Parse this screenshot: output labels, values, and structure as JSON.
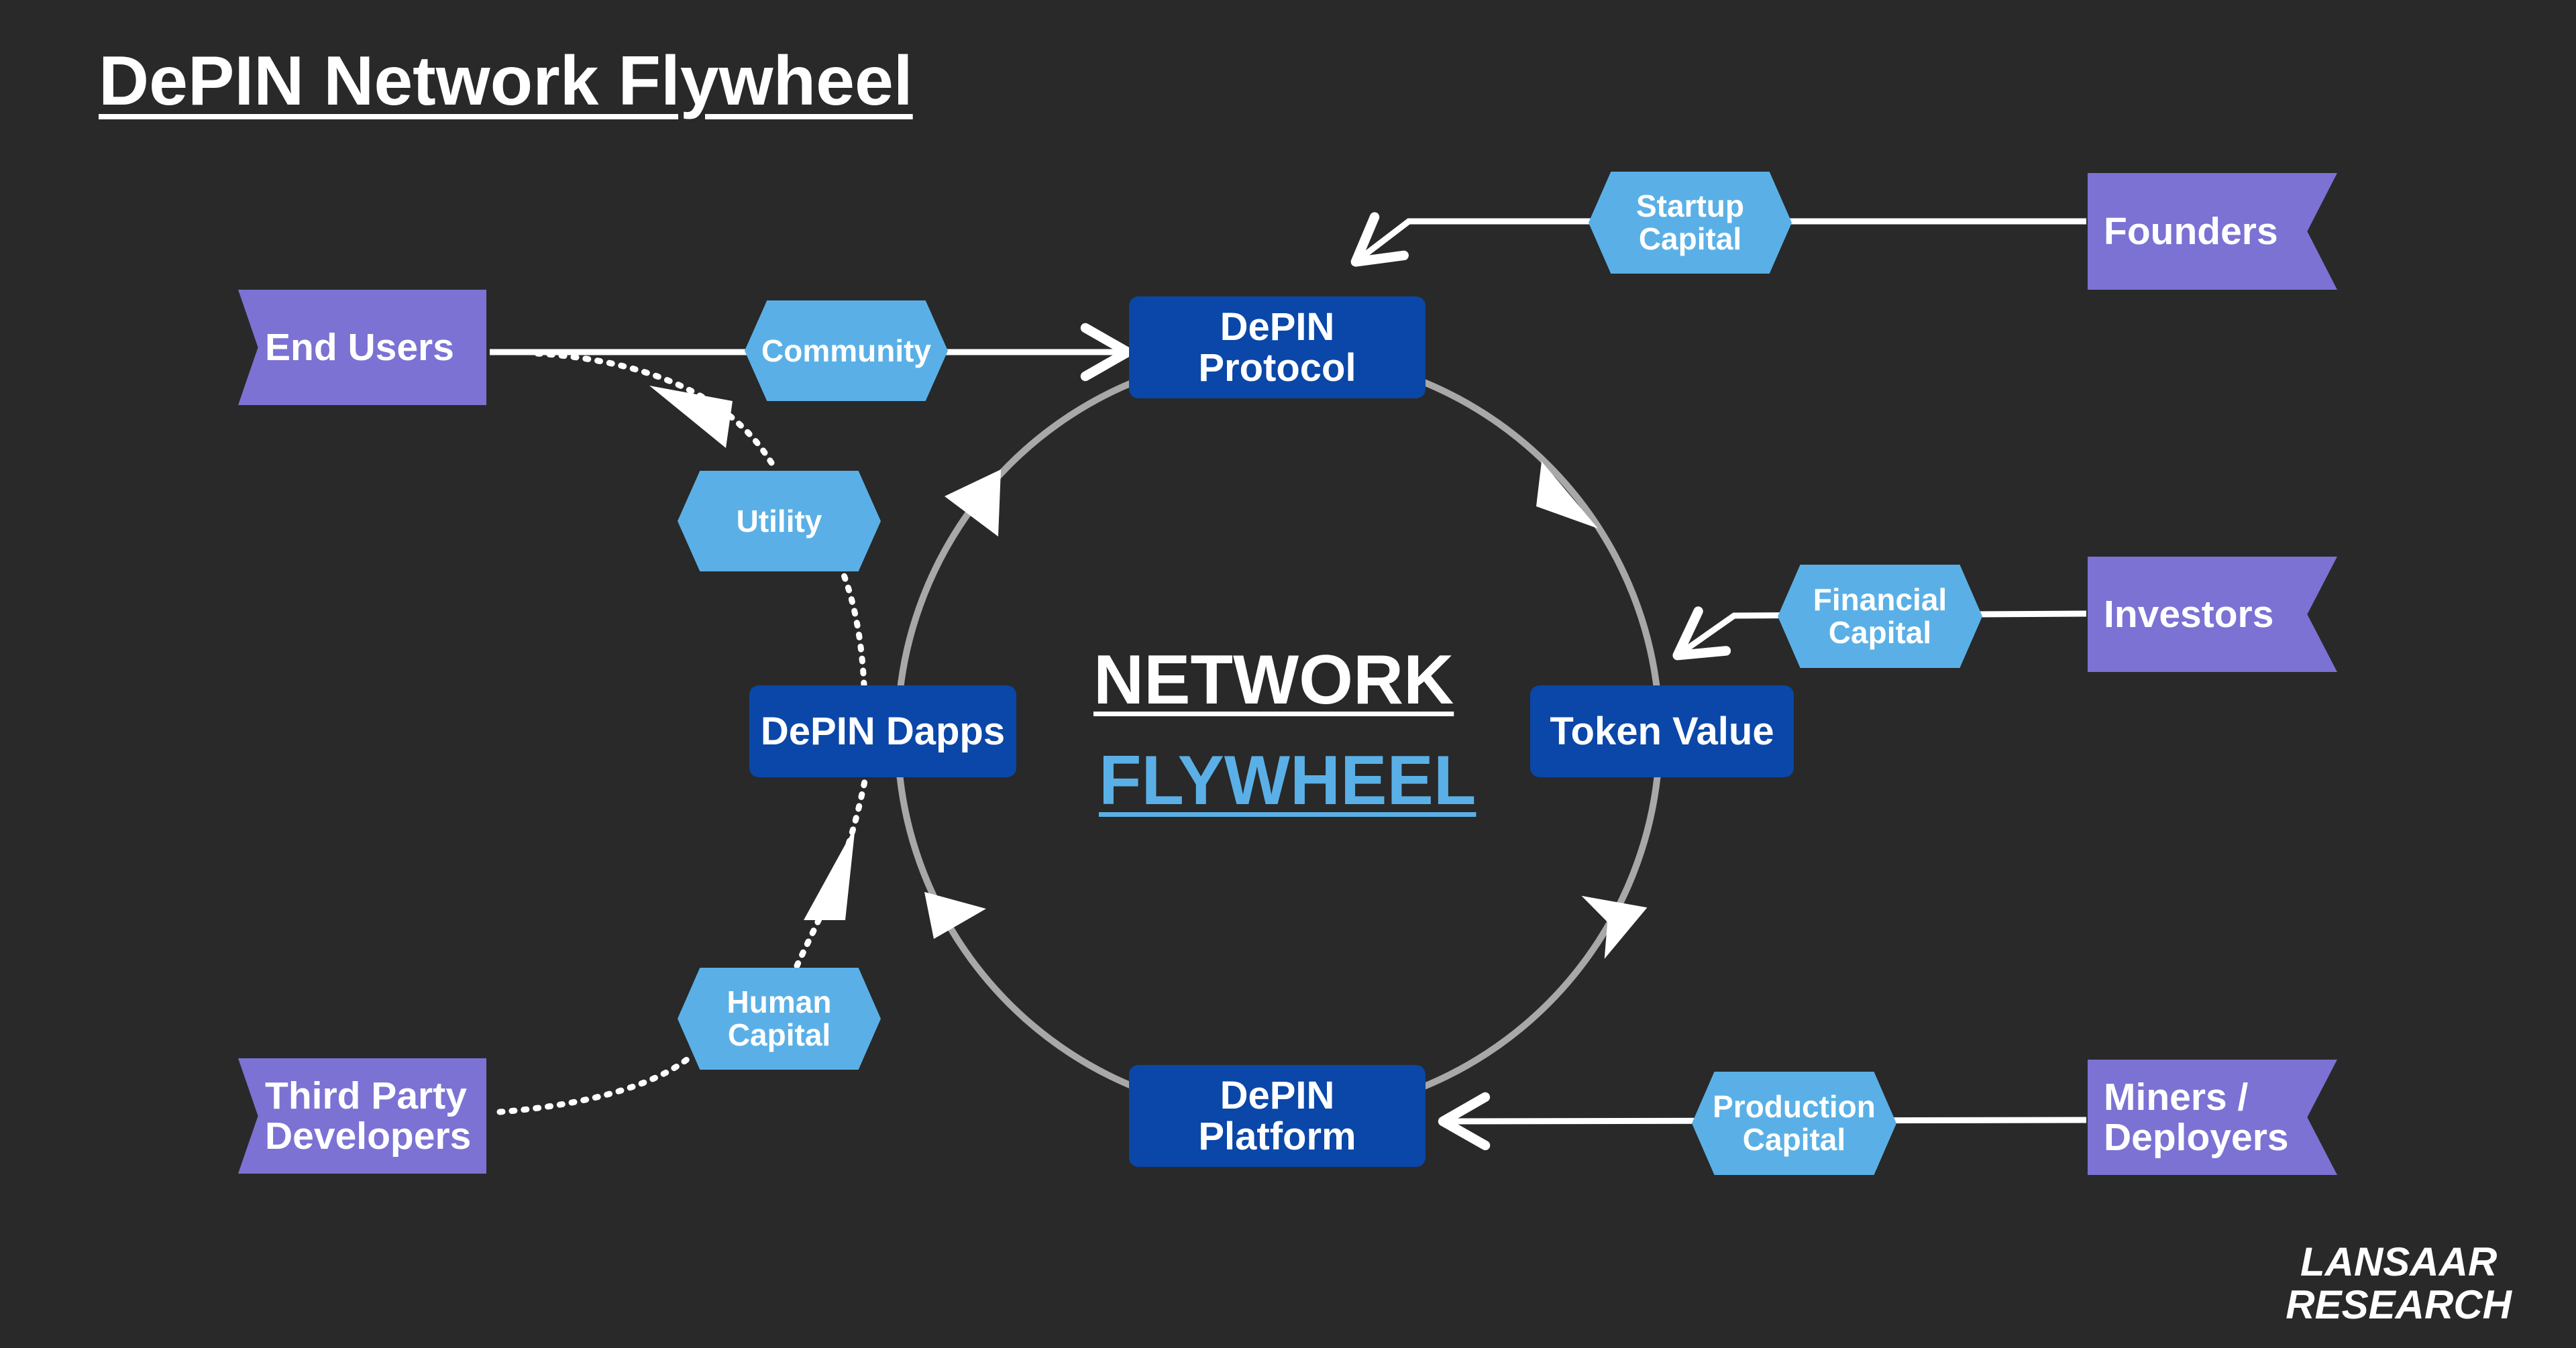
{
  "title": "DePIN Network Flywheel",
  "center": {
    "line1": "NETWORK",
    "line2": "FLYWHEEL"
  },
  "nodes": {
    "protocol": "DePIN\nProtocol",
    "token": "Token Value",
    "platform": "DePIN\nPlatform",
    "dapps": "DePIN Dapps"
  },
  "hexes": {
    "community": "Community",
    "utility": "Utility",
    "human_capital": "Human\nCapital",
    "startup_capital": "Startup\nCapital",
    "financial_capital": "Financial\nCapital",
    "production_capital": "Production\nCapital"
  },
  "actors": {
    "end_users": "End Users",
    "third_party": "Third Party\nDevelopers",
    "founders": "Founders",
    "investors": "Investors",
    "miners": "Miners /\nDeployers"
  },
  "brand": {
    "line1": "LANSAAR",
    "line2": "RESEARCH"
  },
  "colors": {
    "background": "#292929",
    "core_node": "#0a47a8",
    "capital_hex": "#5ab0e6",
    "actor_ribbon": "#7b72d4",
    "ring": "#a8a8a8",
    "arrow": "#ffffff"
  }
}
